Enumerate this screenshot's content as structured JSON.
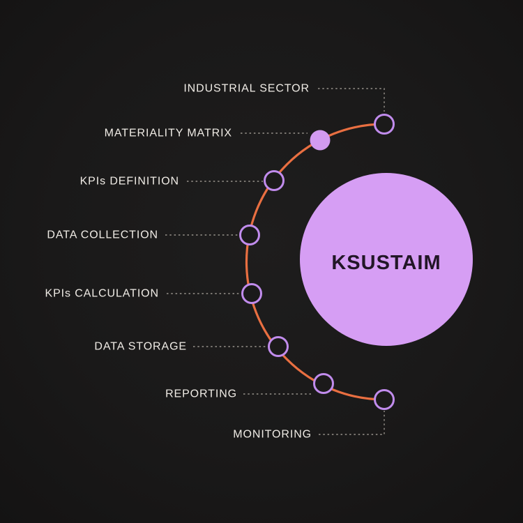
{
  "diagram": {
    "center": {
      "label": "KSUSTAIM"
    },
    "steps": [
      {
        "id": "industrial-sector",
        "label": "INDUSTRIAL SECTOR",
        "node_style": "outlined",
        "connector": "elbow-down"
      },
      {
        "id": "materiality-matrix",
        "label": "MATERIALITY MATRIX",
        "node_style": "filled",
        "connector": "straight"
      },
      {
        "id": "kpis-definition",
        "label": "KPIs DEFINITION",
        "node_style": "outlined",
        "connector": "straight"
      },
      {
        "id": "data-collection",
        "label": "DATA COLLECTION",
        "node_style": "outlined",
        "connector": "straight"
      },
      {
        "id": "kpis-calculation",
        "label": "KPIs CALCULATION",
        "node_style": "outlined",
        "connector": "straight"
      },
      {
        "id": "data-storage",
        "label": "DATA STORAGE",
        "node_style": "outlined",
        "connector": "straight"
      },
      {
        "id": "reporting",
        "label": "REPORTING",
        "node_style": "outlined",
        "connector": "straight"
      },
      {
        "id": "monitoring",
        "label": "MONITORING",
        "node_style": "outlined",
        "connector": "elbow-up"
      }
    ]
  },
  "colors": {
    "background": "#1a1919",
    "arc": "#e96f41",
    "node-stroke": "#c18ced",
    "node-fill": "#1b1a1a",
    "solid-node-fill": "#d29af0",
    "circle-fill": "#d69ef4",
    "title": "#221627",
    "label": "#f0ece6",
    "dash": "#98938c"
  }
}
